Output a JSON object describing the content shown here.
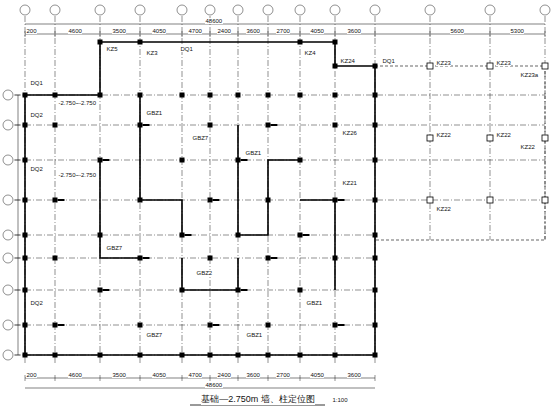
{
  "diagram": {
    "title": "基础—2.750m 墙、柱定位图",
    "labels": [
      "200",
      "4600",
      "3500",
      "4050",
      "4700",
      "2400",
      "3600",
      "2700",
      "4050",
      "3600",
      "5600",
      "5300",
      "48600",
      "200",
      "4600",
      "3500",
      "4050",
      "4700",
      "2400",
      "3600",
      "2700",
      "4050",
      "3600",
      "48600",
      "KZ5",
      "KZ3",
      "KZ4",
      "KZ24",
      "KZ23",
      "KZ23",
      "KZ23a",
      "KZ22",
      "KZ22",
      "KZ22",
      "KZ22",
      "DQ1",
      "DQ1",
      "DQ1",
      "DQ2",
      "DQ2",
      "DQ2",
      "-2.750~-2.750",
      "-2.750~-2.750",
      "GBZ1",
      "GBZ7",
      "GBZ1",
      "GBZ7",
      "GBZ2",
      "GBZ1",
      "GBZ7",
      "GBZ1",
      "KZ21",
      "KZ26",
      "1:100"
    ]
  }
}
